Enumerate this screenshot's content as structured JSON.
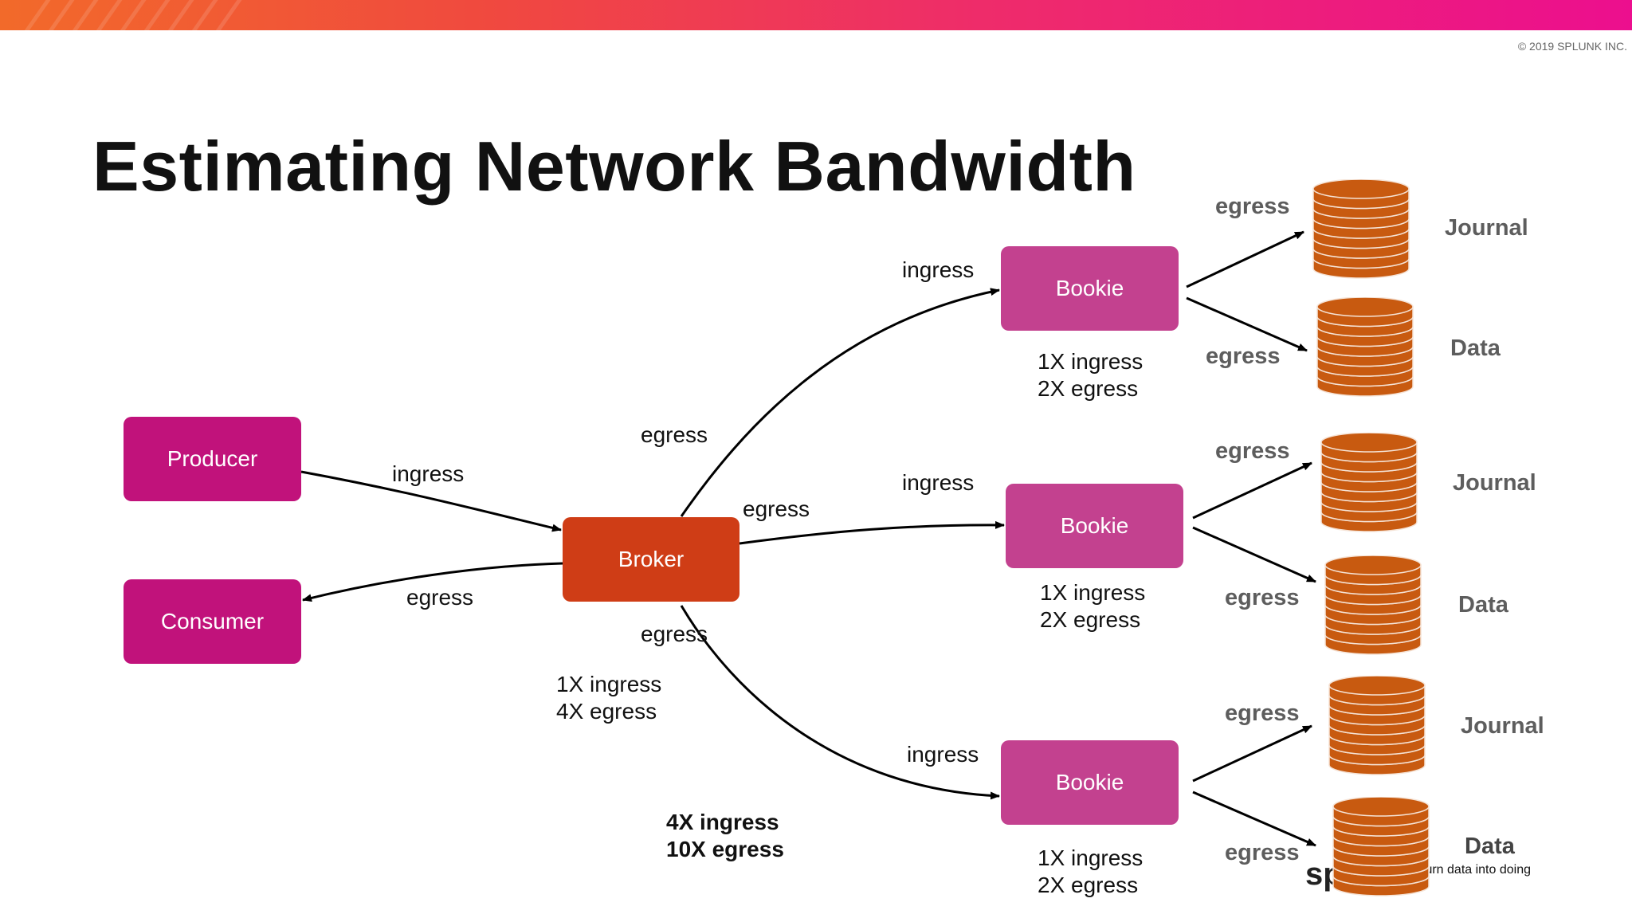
{
  "header": {
    "copyright": "© 2019 SPLUNK INC.",
    "accent_colors": [
      "#f26a2a",
      "#ee2c6a",
      "#ec0f8e"
    ]
  },
  "slide": {
    "title": "Estimating Network Bandwidth"
  },
  "nodes": {
    "producer": "Producer",
    "consumer": "Consumer",
    "broker": "Broker",
    "bookie_top": "Bookie",
    "bookie_mid": "Bookie",
    "bookie_bot": "Bookie"
  },
  "edge_labels": {
    "producer_ingress": "ingress",
    "consumer_egress": "egress",
    "broker_egress_top": "egress",
    "broker_egress_mid": "egress",
    "broker_egress_bot": "egress",
    "bookie_top_ingress": "ingress",
    "bookie_mid_ingress": "ingress",
    "bookie_bot_ingress": "ingress"
  },
  "stats": {
    "broker": [
      "1X ingress",
      "4X egress"
    ],
    "total": [
      "4X ingress",
      "10X egress"
    ],
    "bookie_top": [
      "1X ingress",
      "2X egress"
    ],
    "bookie_mid": [
      "1X ingress",
      "2X egress"
    ],
    "bookie_bot": [
      "1X ingress",
      "2X egress"
    ]
  },
  "storage": {
    "top": {
      "egress_journal": "egress",
      "egress_data": "egress",
      "journal": "Journal",
      "data": "Data"
    },
    "mid": {
      "egress_journal": "egress",
      "egress_data": "egress",
      "journal": "Journal",
      "data": "Data"
    },
    "bot": {
      "egress_journal": "egress",
      "egress_data": "egress",
      "journal": "Journal",
      "data": "Data"
    }
  },
  "footer": {
    "logo": "splunk",
    "tagline": "turn data into doing"
  },
  "colors": {
    "producer": "#c1127b",
    "broker": "#cf3d16",
    "bookie": "#c3418f",
    "disk": "#c85a10"
  }
}
